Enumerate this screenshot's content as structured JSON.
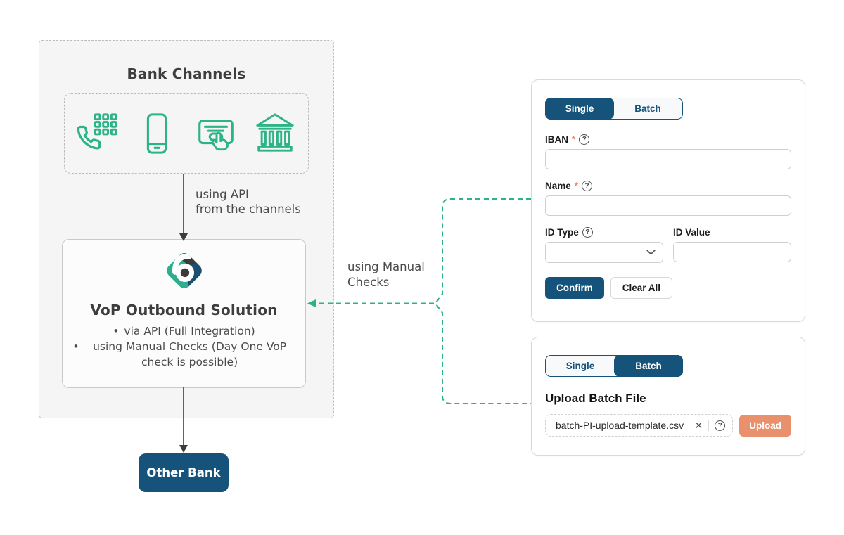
{
  "ui": {
    "help_glyph": "?",
    "clear_glyph": "✕",
    "required_mark": "*"
  },
  "colors": {
    "green": "#2cb386",
    "navy": "#15537b",
    "salmon": "#e9906c",
    "diagram_text": "#4a4a4a"
  },
  "diagram": {
    "bank_channels_title": "Bank Channels",
    "channel_icons": [
      "phone-keypad-icon",
      "smartphone-icon",
      "card-tap-icon",
      "bank-building-icon"
    ],
    "api_label_line1": "using API",
    "api_label_line2": "from the channels",
    "manual_checks_label": "using Manual Checks",
    "vop": {
      "title": "VoP Outbound Solution",
      "bullets": [
        "via API (Full Integration)",
        "using Manual Checks (Day One VoP check is possible)"
      ]
    },
    "other_bank_label": "Other Bank"
  },
  "single_panel": {
    "tabs": [
      {
        "label": "Single",
        "active": true
      },
      {
        "label": "Batch",
        "active": false
      }
    ],
    "iban_label": "IBAN",
    "iban_value": "",
    "name_label": "Name",
    "name_value": "",
    "id_type_label": "ID Type",
    "id_type_value": "",
    "id_value_label": "ID Value",
    "id_value_value": "",
    "confirm_label": "Confirm",
    "clear_label": "Clear All"
  },
  "batch_panel": {
    "tabs": [
      {
        "label": "Single",
        "active": false
      },
      {
        "label": "Batch",
        "active": true
      }
    ],
    "heading": "Upload Batch File",
    "file_name": "batch-PI-upload-template.csv",
    "upload_label": "Upload"
  }
}
